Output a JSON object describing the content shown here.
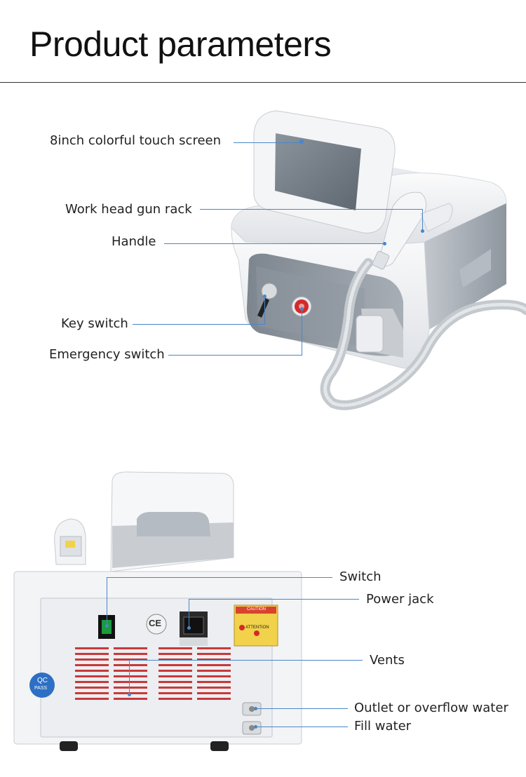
{
  "title": "Product parameters",
  "front_labels": {
    "screen": "8inch colorful touch screen",
    "gun_rack": "Work head gun rack",
    "handle": "Handle",
    "key_switch": "Key switch",
    "emergency": "Emergency switch"
  },
  "back_labels": {
    "switch": "Switch",
    "power_jack": "Power jack",
    "vents": "Vents",
    "outlet": "Outlet or overflow water",
    "fill": "Fill water"
  },
  "markings": {
    "ce": "CE",
    "qc": "QC",
    "pass": "PASS",
    "caution": "CAUTION",
    "attention": "ATTENTION"
  },
  "colors": {
    "leader": "#4a86c8",
    "panel_grey": "#9aa3ad",
    "device_white": "#f2f3f5",
    "emergency_red": "#d42a2a",
    "caution_yellow": "#f1d24a"
  }
}
